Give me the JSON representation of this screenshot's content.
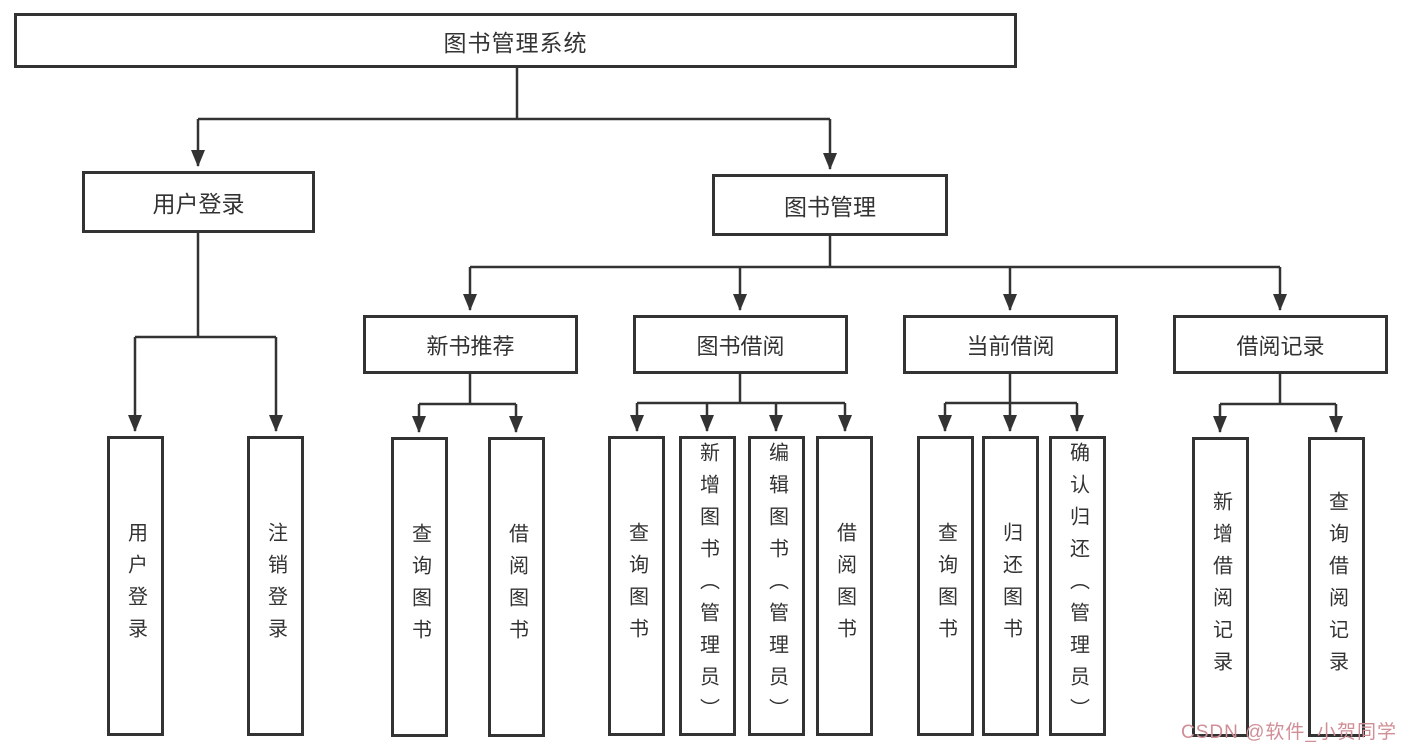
{
  "diagram": {
    "root": {
      "label": "图书管理系统"
    },
    "branches": {
      "user_login": {
        "label": "用户登录"
      },
      "book_management": {
        "label": "图书管理"
      }
    },
    "modules": {
      "new_book_recommend": {
        "label": "新书推荐"
      },
      "book_borrowing": {
        "label": "图书借阅"
      },
      "current_borrowing": {
        "label": "当前借阅"
      },
      "borrowing_records": {
        "label": "借阅记录"
      }
    },
    "leaves": {
      "user_login": "用户登录",
      "logout": "注销登录",
      "recommend_query_books": "查询图书",
      "recommend_borrow_books": "借阅图书",
      "borrowing_query_books": "查询图书",
      "borrowing_add_books": "新增图书（管理员）",
      "borrowing_edit_books": "编辑图书（管理员）",
      "borrowing_borrow_books": "借阅图书",
      "current_query_books": "查询图书",
      "current_return_books": "归还图书",
      "current_confirm_return": "确认归还（管理员）",
      "records_add_record": "新增借阅记录",
      "records_query_record": "查询借阅记录"
    },
    "watermark": "CSDN @软件_小贺同学",
    "colors": {
      "line": "#333333",
      "box_border": "#333333",
      "text": "#333333",
      "watermark": "#d08e96",
      "background": "#ffffff"
    }
  }
}
